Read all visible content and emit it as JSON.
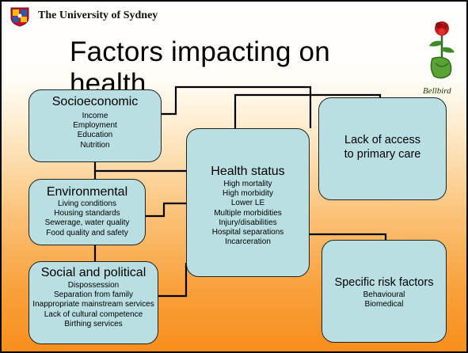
{
  "header": {
    "institution": "The University of Sydney"
  },
  "slide": {
    "title": "Factors impacting on health"
  },
  "logo": {
    "caption": "Bellbird"
  },
  "boxes": {
    "socioeconomic": {
      "heading": "Socioeconomic",
      "items": [
        "Income",
        "Employment",
        "Education",
        "Nutrition"
      ]
    },
    "environmental": {
      "heading": "Environmental",
      "items": [
        "Living conditions",
        "Housing standards",
        "Sewerage, water quality",
        "Food quality and safety"
      ]
    },
    "social_political": {
      "heading": "Social and political",
      "items": [
        "Dispossession",
        "Separation from family",
        "Inappropriate mainstream services",
        "Lack of cultural competence",
        "Birthing services"
      ]
    },
    "health_status": {
      "heading": "Health status",
      "items": [
        "High mortality",
        "High morbidity",
        "Lower LE",
        "Multiple morbidities",
        "Injury/disabilities",
        "Hospital separations",
        "Incarceration"
      ]
    },
    "access": {
      "heading_line1": "Lack of access",
      "heading_line2": "to primary care"
    },
    "risk": {
      "heading": "Specific risk factors",
      "items": [
        "Behavioural",
        "Biomedical"
      ]
    }
  },
  "colors": {
    "box_fill": "#b9dfe3",
    "connector": "#000000",
    "background_bottom": "#f88e1c"
  }
}
